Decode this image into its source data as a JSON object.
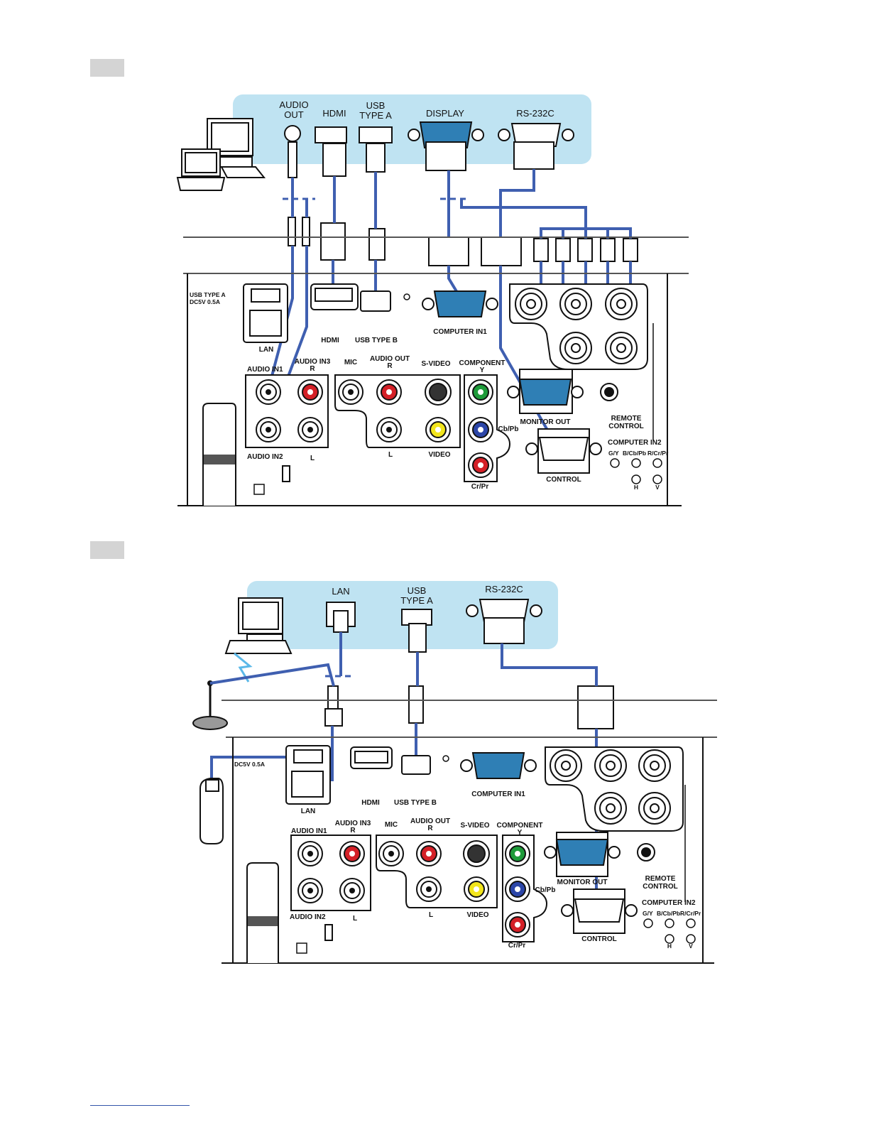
{
  "colors": {
    "cable": "#3f5fb0",
    "panel_bg": "#bfe3f2",
    "red": "#d42027",
    "green": "#1e9b3a",
    "blue": "#2c46a8",
    "yellow": "#f2e51c",
    "connector_blue": "#2f7fb5"
  },
  "diagram1": {
    "top_ports": {
      "audio_out": [
        "AUDIO",
        "OUT"
      ],
      "hdmi": "HDMI",
      "usb_type_a": [
        "USB",
        "TYPE A"
      ],
      "display": "DISPLAY",
      "rs232c": "RS-232C"
    },
    "panel": {
      "usb_type_a": "USB TYPE A",
      "dc5v": "DC5V 0.5A",
      "lan": "LAN",
      "hdmi": "HDMI",
      "usb_type_b": "USB TYPE B",
      "computer_in1": "COMPUTER IN1",
      "audio_in1": "AUDIO IN1",
      "audio_in3": [
        "AUDIO IN3",
        "R"
      ],
      "mic": "MIC",
      "audio_out": [
        "AUDIO OUT",
        "R"
      ],
      "s_video": "S-VIDEO",
      "component": [
        "COMPONENT",
        "Y"
      ],
      "cb_pb": "Cb/Pb",
      "cr_pr": "Cr/Pr",
      "monitor_out": "MONITOR OUT",
      "remote_control": [
        "REMOTE",
        "CONTROL"
      ],
      "computer_in2": "COMPUTER IN2",
      "gy": "G/Y",
      "bcbpb": "B/Cb/Pb",
      "rcrpr": "R/Cr/Pr",
      "h": "H",
      "v": "V",
      "audio_in2": "AUDIO IN2",
      "l1": "L",
      "l2": "L",
      "video": "VIDEO",
      "control": "CONTROL"
    }
  },
  "diagram2": {
    "top_ports": {
      "lan": "LAN",
      "usb_type_a": [
        "USB",
        "TYPE A"
      ],
      "rs232c": "RS-232C"
    },
    "panel": {
      "dc5v": "DC5V 0.5A",
      "lan": "LAN",
      "hdmi": "HDMI",
      "usb_type_b": "USB TYPE B",
      "computer_in1": "COMPUTER IN1",
      "audio_in1": "AUDIO IN1",
      "audio_in3": [
        "AUDIO IN3",
        "R"
      ],
      "mic": "MIC",
      "audio_out": [
        "AUDIO OUT",
        "R"
      ],
      "s_video": "S-VIDEO",
      "component": [
        "COMPONENT",
        "Y"
      ],
      "cb_pb": "Cb/Pb",
      "cr_pr": "Cr/Pr",
      "monitor_out": "MONITOR OUT",
      "remote_control": [
        "REMOTE",
        "CONTROL"
      ],
      "computer_in2": "COMPUTER IN2",
      "gy": "G/Y",
      "bcbpb": "B/Cb/Pb",
      "rcrpr": "R/Cr/Pr",
      "h": "H",
      "v": "V",
      "audio_in2": "AUDIO IN2",
      "l1": "L",
      "l2": "L",
      "video": "VIDEO",
      "control": "CONTROL"
    }
  }
}
